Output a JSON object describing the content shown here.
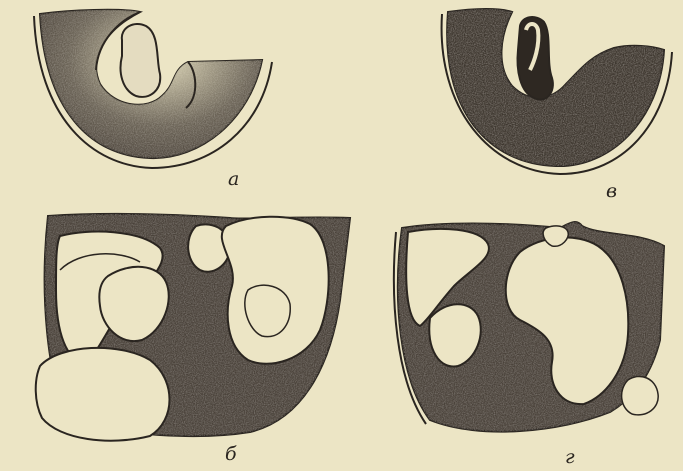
{
  "figure": {
    "panels": [
      {
        "id": "a",
        "label": "а"
      },
      {
        "id": "v",
        "label": "в"
      },
      {
        "id": "b",
        "label": "б"
      },
      {
        "id": "g",
        "label": "г"
      }
    ],
    "colors": {
      "paper": "#ece5c5",
      "ink": "#2a2520",
      "stipple": "#3a332c"
    }
  }
}
